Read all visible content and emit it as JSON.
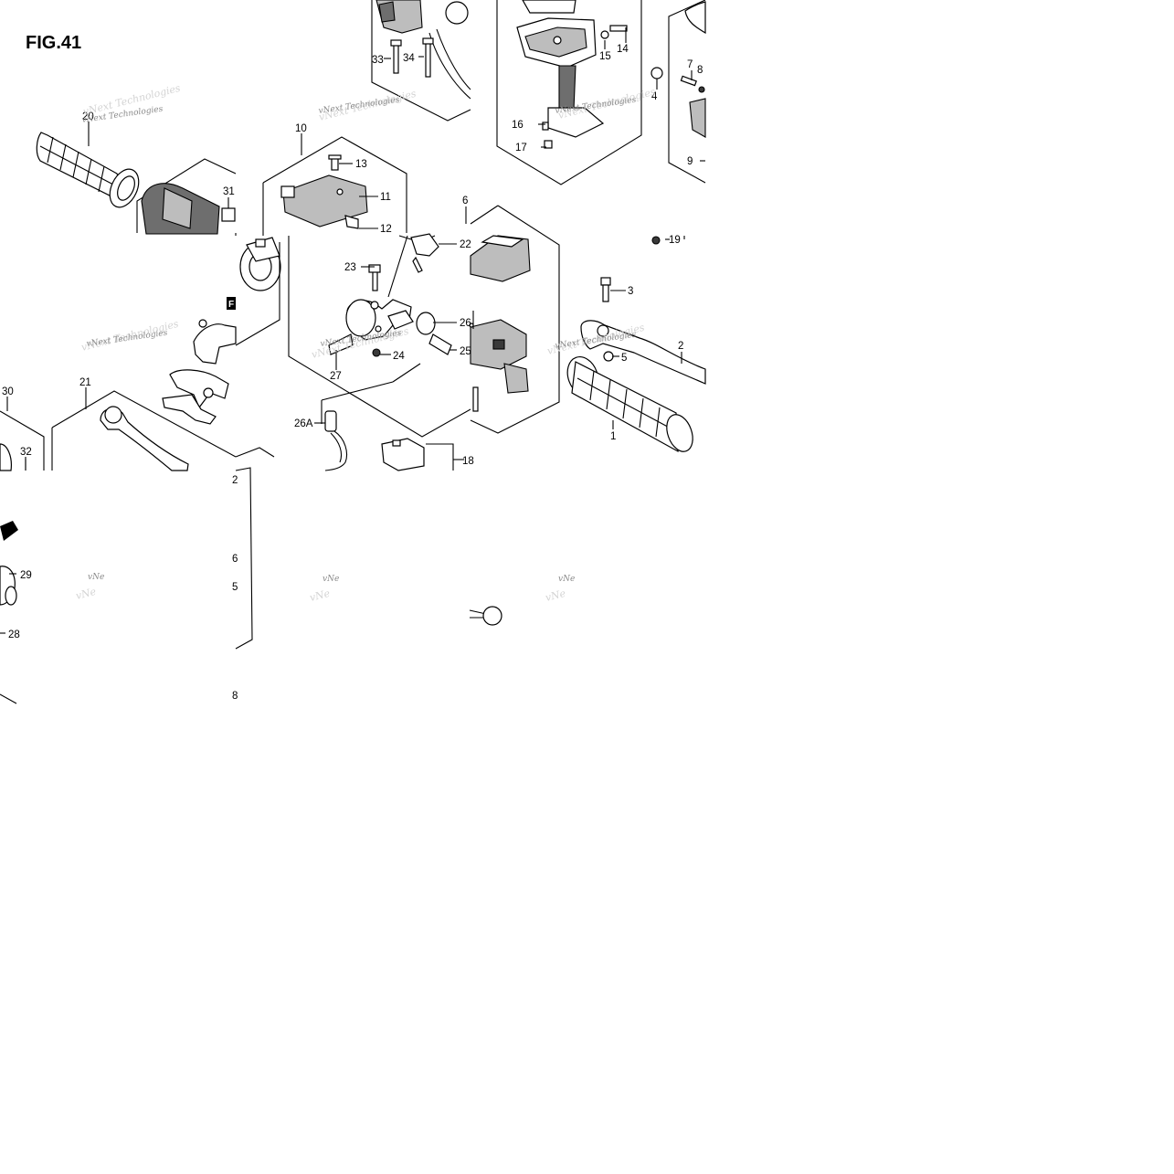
{
  "figure": {
    "title": "FIG.41"
  },
  "watermark": {
    "text": "vNext Technologies",
    "partial": "vNe"
  },
  "icons": {
    "front_marker": "F",
    "arrow_marker": "arrow-icon"
  },
  "callouts": {
    "c1": "1",
    "c2": "2",
    "c3": "3",
    "c4": "4",
    "c5": "5",
    "c6": "6",
    "c7": "7",
    "c8": "8",
    "c9": "9",
    "c10": "10",
    "c11": "11",
    "c12": "12",
    "c13": "13",
    "c14": "14",
    "c15": "15",
    "c16": "16",
    "c17": "17",
    "c18": "18",
    "c19": "19",
    "c20": "20",
    "c21": "21",
    "c22": "22",
    "c23": "23",
    "c24": "24",
    "c25": "25",
    "c26": "26",
    "c26a": "26A",
    "c27": "27",
    "c28": "28",
    "c29": "29",
    "c30": "30",
    "c31": "31",
    "c32": "32",
    "c33": "33",
    "c34": "34",
    "frag6": "6",
    "frag5": "5",
    "frag8": "8",
    "frag2": "2"
  }
}
